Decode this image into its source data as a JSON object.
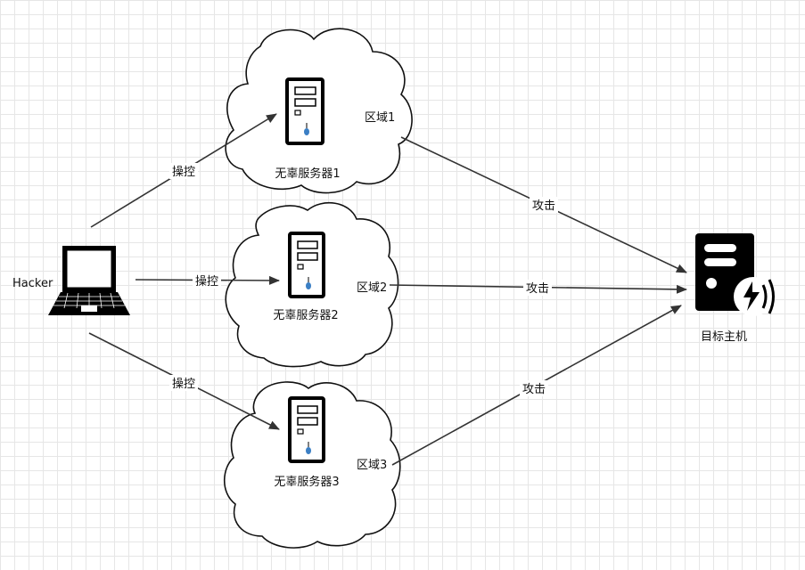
{
  "nodes": {
    "hacker": {
      "label": "Hacker"
    },
    "server1": {
      "label": "无辜服务器1",
      "zone": "区域1"
    },
    "server2": {
      "label": "无辜服务器2",
      "zone": "区域2"
    },
    "server3": {
      "label": "无辜服务器3",
      "zone": "区域3"
    },
    "target": {
      "label": "目标主机"
    }
  },
  "edges": {
    "control1": "操控",
    "control2": "操控",
    "control3": "操控",
    "attack1": "攻击",
    "attack2": "攻击",
    "attack3": "攻击"
  },
  "colors": {
    "line": "#333333",
    "icon": "#111111",
    "led": "#3b7fc4"
  },
  "icons": {
    "hacker": "laptop-icon",
    "servers": "server-tower-icon",
    "target": "server-wireless-icon"
  }
}
